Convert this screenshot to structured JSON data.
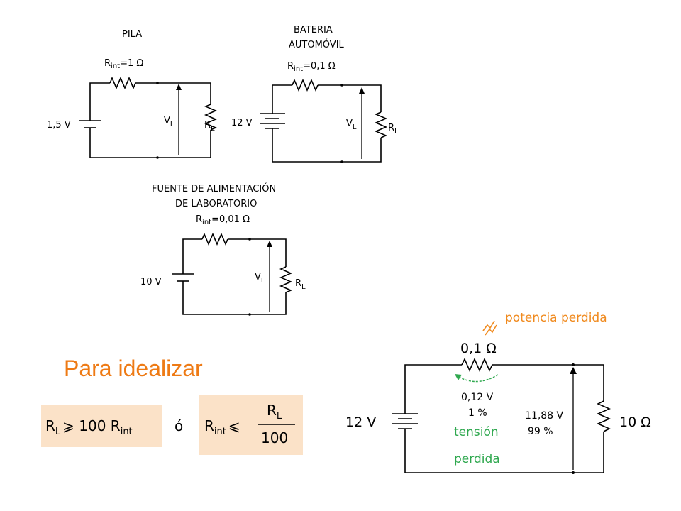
{
  "circuit_pila": {
    "title": "PILA",
    "rint_label": "R",
    "rint_sub": "int",
    "rint_value": "=1 Ω",
    "source_voltage": "1,5 V",
    "vl_label": "V",
    "vl_sub": "L",
    "rl_label": "R",
    "rl_sub": "L"
  },
  "circuit_bateria": {
    "title_line1": "BATERIA",
    "title_line2": "AUTOMÓVIL",
    "rint_label": "R",
    "rint_sub": "int",
    "rint_value": "=0,1 Ω",
    "source_voltage": "12 V",
    "vl_label": "V",
    "vl_sub": "L",
    "rl_label": "R",
    "rl_sub": "L"
  },
  "circuit_fuente": {
    "title_line1": "FUENTE DE ALIMENTACIÓN",
    "title_line2": "DE LABORATORIO",
    "rint_label": "R",
    "rint_sub": "int",
    "rint_value": "=0,01 Ω",
    "source_voltage": "10 V",
    "vl_label": "V",
    "vl_sub": "L",
    "rl_label": "R",
    "rl_sub": "L"
  },
  "ideal": {
    "heading": "Para idealizar",
    "formula1_lhs": "R",
    "formula1_lhs_sub": "L",
    "formula1_rel": "⩾ 100 R",
    "formula1_rhs_sub": "int",
    "connector": "ó",
    "formula2_lhs": "R",
    "formula2_lhs_sub": "int",
    "formula2_rel": "⩽",
    "formula2_num": "R",
    "formula2_num_sub": "L",
    "formula2_den": "100"
  },
  "example": {
    "power_loss": "potencia perdida",
    "rint_value": "0,1 Ω",
    "source_voltage": "12 V",
    "drop_voltage": "0,12 V",
    "drop_percent": "1 %",
    "lost_line1": "tensión",
    "lost_line2": "perdida",
    "load_voltage": "11,88 V",
    "load_percent": "99 %",
    "load_value": "10 Ω",
    "colors": {
      "lost": "#2fa84f",
      "power": "#f08a1e"
    }
  }
}
